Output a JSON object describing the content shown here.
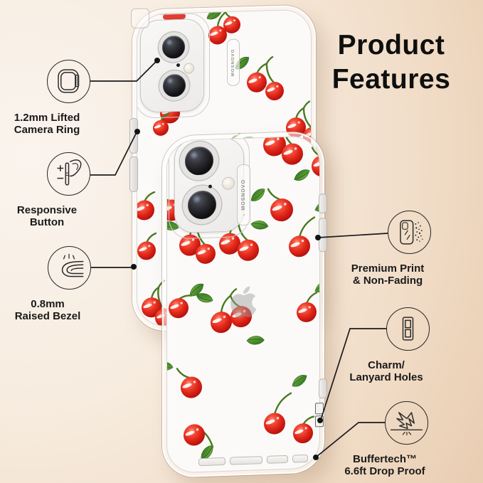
{
  "title": {
    "line1": "Product",
    "line2": "Features"
  },
  "brand": "MOSNOVO",
  "features": [
    {
      "id": "camera-ring",
      "icon": "camera-ring-icon",
      "line1": "1.2mm Lifted",
      "line2": "Camera Ring"
    },
    {
      "id": "responsive-button",
      "icon": "button-press-icon",
      "line1": "Responsive",
      "line2": "Button"
    },
    {
      "id": "raised-bezel",
      "icon": "raised-bezel-icon",
      "line1": "0.8mm",
      "line2": "Raised Bezel"
    },
    {
      "id": "premium-print",
      "icon": "print-spray-icon",
      "line1": "Premium Print",
      "line2": "& Non-Fading"
    },
    {
      "id": "charm-lanyard",
      "icon": "lanyard-holes-icon",
      "line1": "Charm/",
      "line2": "Lanyard Holes"
    },
    {
      "id": "drop-proof",
      "icon": "impact-icon",
      "line1": "Buffertech™",
      "line2": "6.6ft Drop Proof"
    }
  ],
  "colors": {
    "background_light": "#faf4ee",
    "background_tan": "#e7c7a8",
    "callout_line": "#1b1b1b",
    "text": "#1a1a1a",
    "cherry_red": "#e02618",
    "leaf_green": "#4f9130",
    "case_accent_red": "#e23125"
  }
}
